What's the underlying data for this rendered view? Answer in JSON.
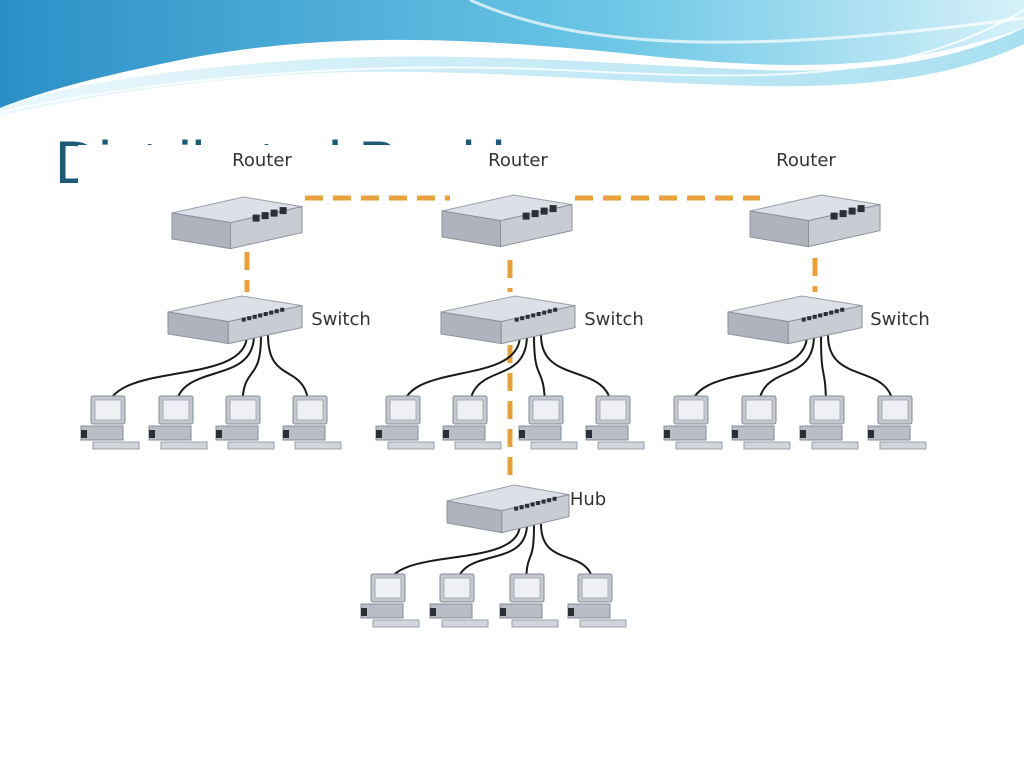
{
  "slide": {
    "title": "Distributed Backbone",
    "colors": {
      "title": "#1b5b78",
      "backbone_link": "#e8a23c",
      "cable": "#1a1a1a",
      "device_body": "#c9ccd3",
      "wave_a": "#3ea9d6",
      "wave_b": "#bfe6f4"
    }
  },
  "diagram": {
    "routers": [
      {
        "label": "Router"
      },
      {
        "label": "Router"
      },
      {
        "label": "Router"
      }
    ],
    "switches": [
      {
        "label": "Switch"
      },
      {
        "label": "Switch"
      },
      {
        "label": "Switch"
      }
    ],
    "hub": {
      "label": "Hub"
    },
    "pcs_per_group": 4,
    "icons": {
      "router": "router-icon",
      "switch": "switch-icon",
      "hub": "hub-icon",
      "pc": "desktop-computer-icon"
    }
  }
}
